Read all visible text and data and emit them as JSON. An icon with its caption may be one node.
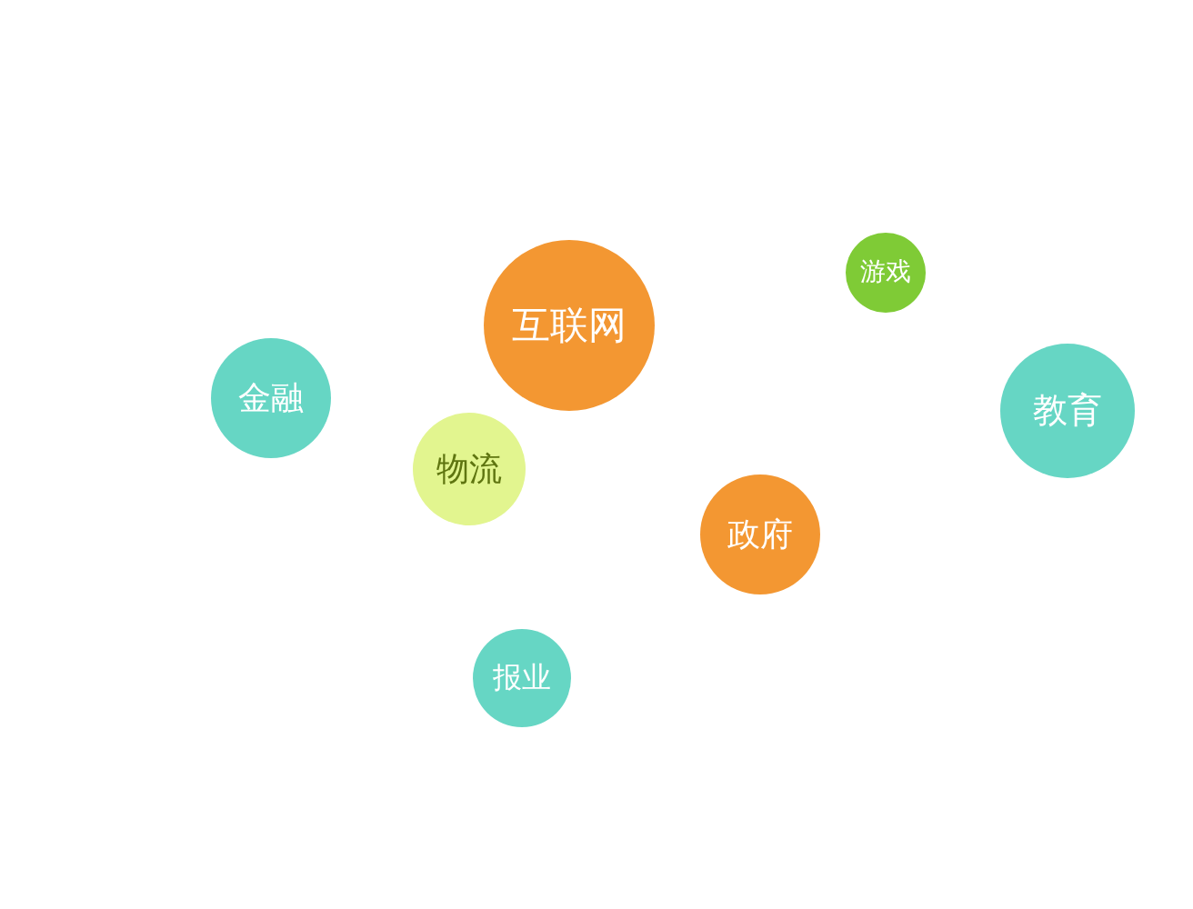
{
  "diagram": {
    "nodes": [
      {
        "text": [
          "互联网"
        ]
      },
      {
        "text": [
          "游戏"
        ]
      },
      {
        "text": [
          "金融"
        ]
      },
      {
        "text": [
          "教育"
        ]
      },
      {
        "text": [
          "物流"
        ]
      },
      {
        "text": [
          "政府"
        ]
      },
      {
        "text": [
          "报业"
        ]
      }
    ]
  }
}
